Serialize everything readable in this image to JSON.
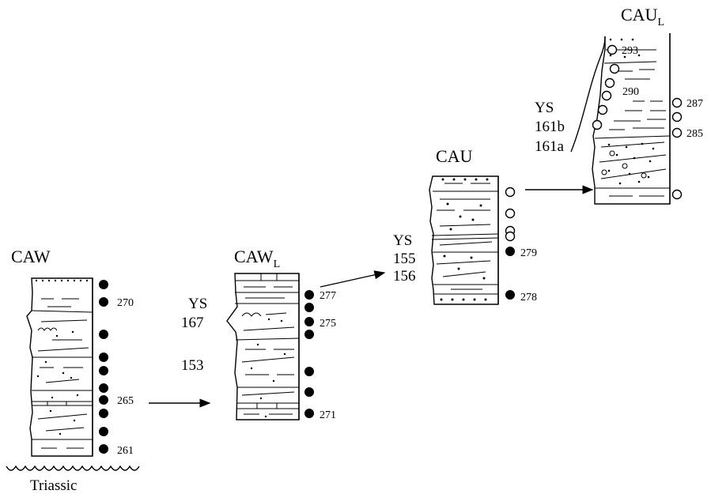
{
  "columns": {
    "caw": {
      "title": "CAW",
      "title_sub": "",
      "side_labels": [],
      "numbers": [
        "270",
        "265",
        "261"
      ]
    },
    "cawl": {
      "title": "CAW",
      "title_sub": "L",
      "side_labels": [
        "YS",
        "167",
        "153"
      ],
      "numbers": [
        "277",
        "275",
        "271"
      ]
    },
    "cau": {
      "title": "CAU",
      "title_sub": "",
      "side_labels": [
        "YS",
        "155",
        "156"
      ],
      "numbers": [
        "279",
        "278"
      ]
    },
    "caul": {
      "title": "CAU",
      "title_sub": "L",
      "side_labels": [
        "YS",
        "161b",
        "161a"
      ],
      "numbers": [
        "293",
        "290",
        "287",
        "285"
      ]
    }
  },
  "base_label": "Triassic",
  "legend_markers": {
    "filled": "filled-circle",
    "open": "open-circle"
  }
}
